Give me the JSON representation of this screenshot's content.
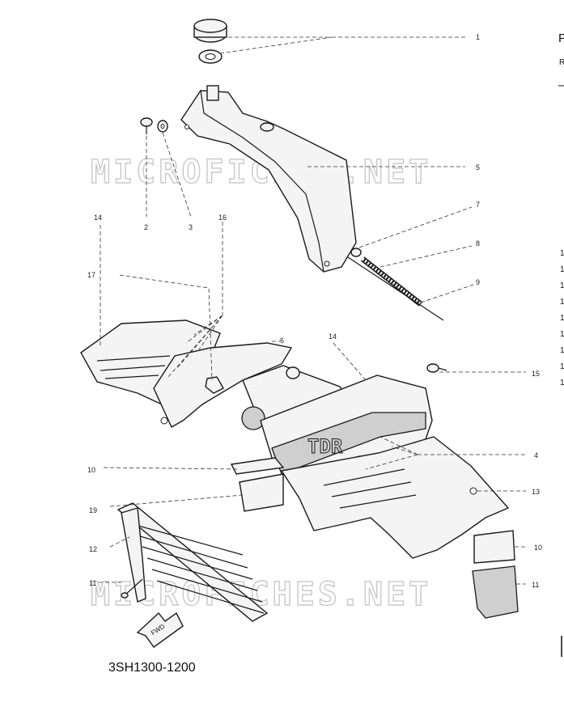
{
  "watermark": "MICROFICHES.NET",
  "drawing_number": "3SH1300-1200",
  "fwd_label": "FWD",
  "decal_text": "TDR",
  "callouts": [
    "1",
    "2",
    "3",
    "5",
    "7",
    "8",
    "9",
    "14",
    "16",
    "6",
    "14",
    "17",
    "10",
    "19",
    "12",
    "11",
    "15",
    "4",
    "13",
    "10",
    "11"
  ],
  "edge_text": {
    "header": "F",
    "subheader": "R",
    "rows": [
      "1",
      "1",
      "1",
      "1",
      "1",
      "1",
      "1",
      "1",
      "1"
    ]
  }
}
